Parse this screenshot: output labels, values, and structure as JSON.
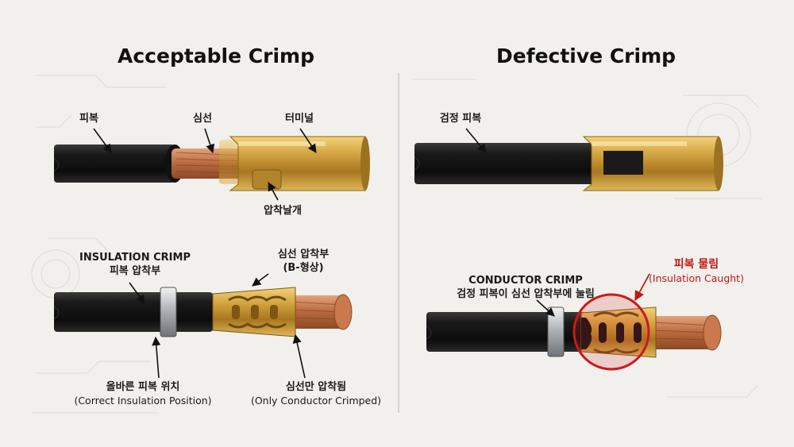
{
  "titles": {
    "acceptable": "Acceptable Crimp",
    "defective": "Defective Crimp"
  },
  "left_top": {
    "insulation": "피복",
    "core": "심선",
    "terminal": "터미널",
    "crimp_wing": "압착날개"
  },
  "left_bottom": {
    "insulation_crimp_en": "INSULATION CRIMP",
    "insulation_crimp_ko": "피복 압착부",
    "core_crimp_ko": "심선 압착부",
    "core_crimp_shape": "(B-형상)",
    "correct_position_ko": "올바른 피복 위치",
    "correct_position_en": "(Correct Insulation Position)",
    "only_conductor_ko": "심선만 압착됨",
    "only_conductor_en": "(Only Conductor Crimped)"
  },
  "right_top": {
    "black_insulation": "검정 피복"
  },
  "right_bottom": {
    "conductor_crimp_en": "CONDUCTOR CRIMP",
    "conductor_crimp_ko": "검정 피복이 심선 압착부에 눌림",
    "insulation_caught_ko": "피복 물림",
    "insulation_caught_en": "(Insulation Caught)"
  },
  "colors": {
    "cable": "#151515",
    "brass": "#c89a3a",
    "copper": "#b8683e",
    "ferrule": "#b9bcbf",
    "highlight": "#c91a1a"
  }
}
